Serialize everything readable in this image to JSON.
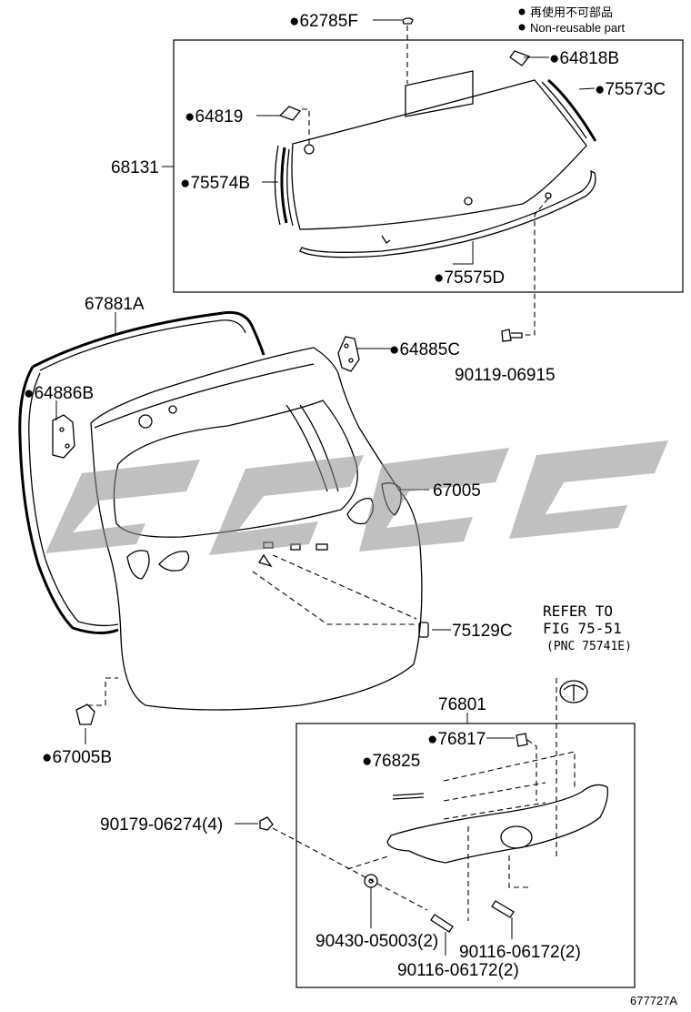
{
  "legend": {
    "text_jp": "再使用不可部品",
    "text_en": "Non-reusable part"
  },
  "callouts": [
    {
      "id": "c1",
      "text": "62785F",
      "non_reusable": true
    },
    {
      "id": "c2",
      "text": "64818B",
      "non_reusable": true
    },
    {
      "id": "c3",
      "text": "75573C",
      "non_reusable": true
    },
    {
      "id": "c4",
      "text": "64819",
      "non_reusable": true
    },
    {
      "id": "c5",
      "text": "68131",
      "non_reusable": false
    },
    {
      "id": "c6",
      "text": "75574B",
      "non_reusable": true
    },
    {
      "id": "c7",
      "text": "75575D",
      "non_reusable": true
    },
    {
      "id": "c8",
      "text": "67881A",
      "non_reusable": false
    },
    {
      "id": "c9",
      "text": "64885C",
      "non_reusable": true
    },
    {
      "id": "c10",
      "text": "90119-06915",
      "non_reusable": false
    },
    {
      "id": "c11",
      "text": "64886B",
      "non_reusable": true
    },
    {
      "id": "c12",
      "text": "67005",
      "non_reusable": false
    },
    {
      "id": "c13",
      "text": "75129C",
      "non_reusable": false
    },
    {
      "id": "c14",
      "text": "67005B",
      "non_reusable": true
    },
    {
      "id": "c15",
      "text": "76801",
      "non_reusable": false
    },
    {
      "id": "c16",
      "text": "76817",
      "non_reusable": true
    },
    {
      "id": "c17",
      "text": "76825",
      "non_reusable": true
    },
    {
      "id": "c18",
      "text": "90179-06274(4)",
      "non_reusable": false
    },
    {
      "id": "c19",
      "text": "90430-05003(2)",
      "non_reusable": false
    },
    {
      "id": "c20",
      "text": "90116-06172(2)",
      "non_reusable": false
    },
    {
      "id": "c21",
      "text": "90116-06172(2)",
      "non_reusable": false
    }
  ],
  "refer": {
    "line1": "REFER TO",
    "line2": "FIG 75-51",
    "line3": "(PNC 75741E)"
  },
  "figure_id": "677727A",
  "marker": "●"
}
